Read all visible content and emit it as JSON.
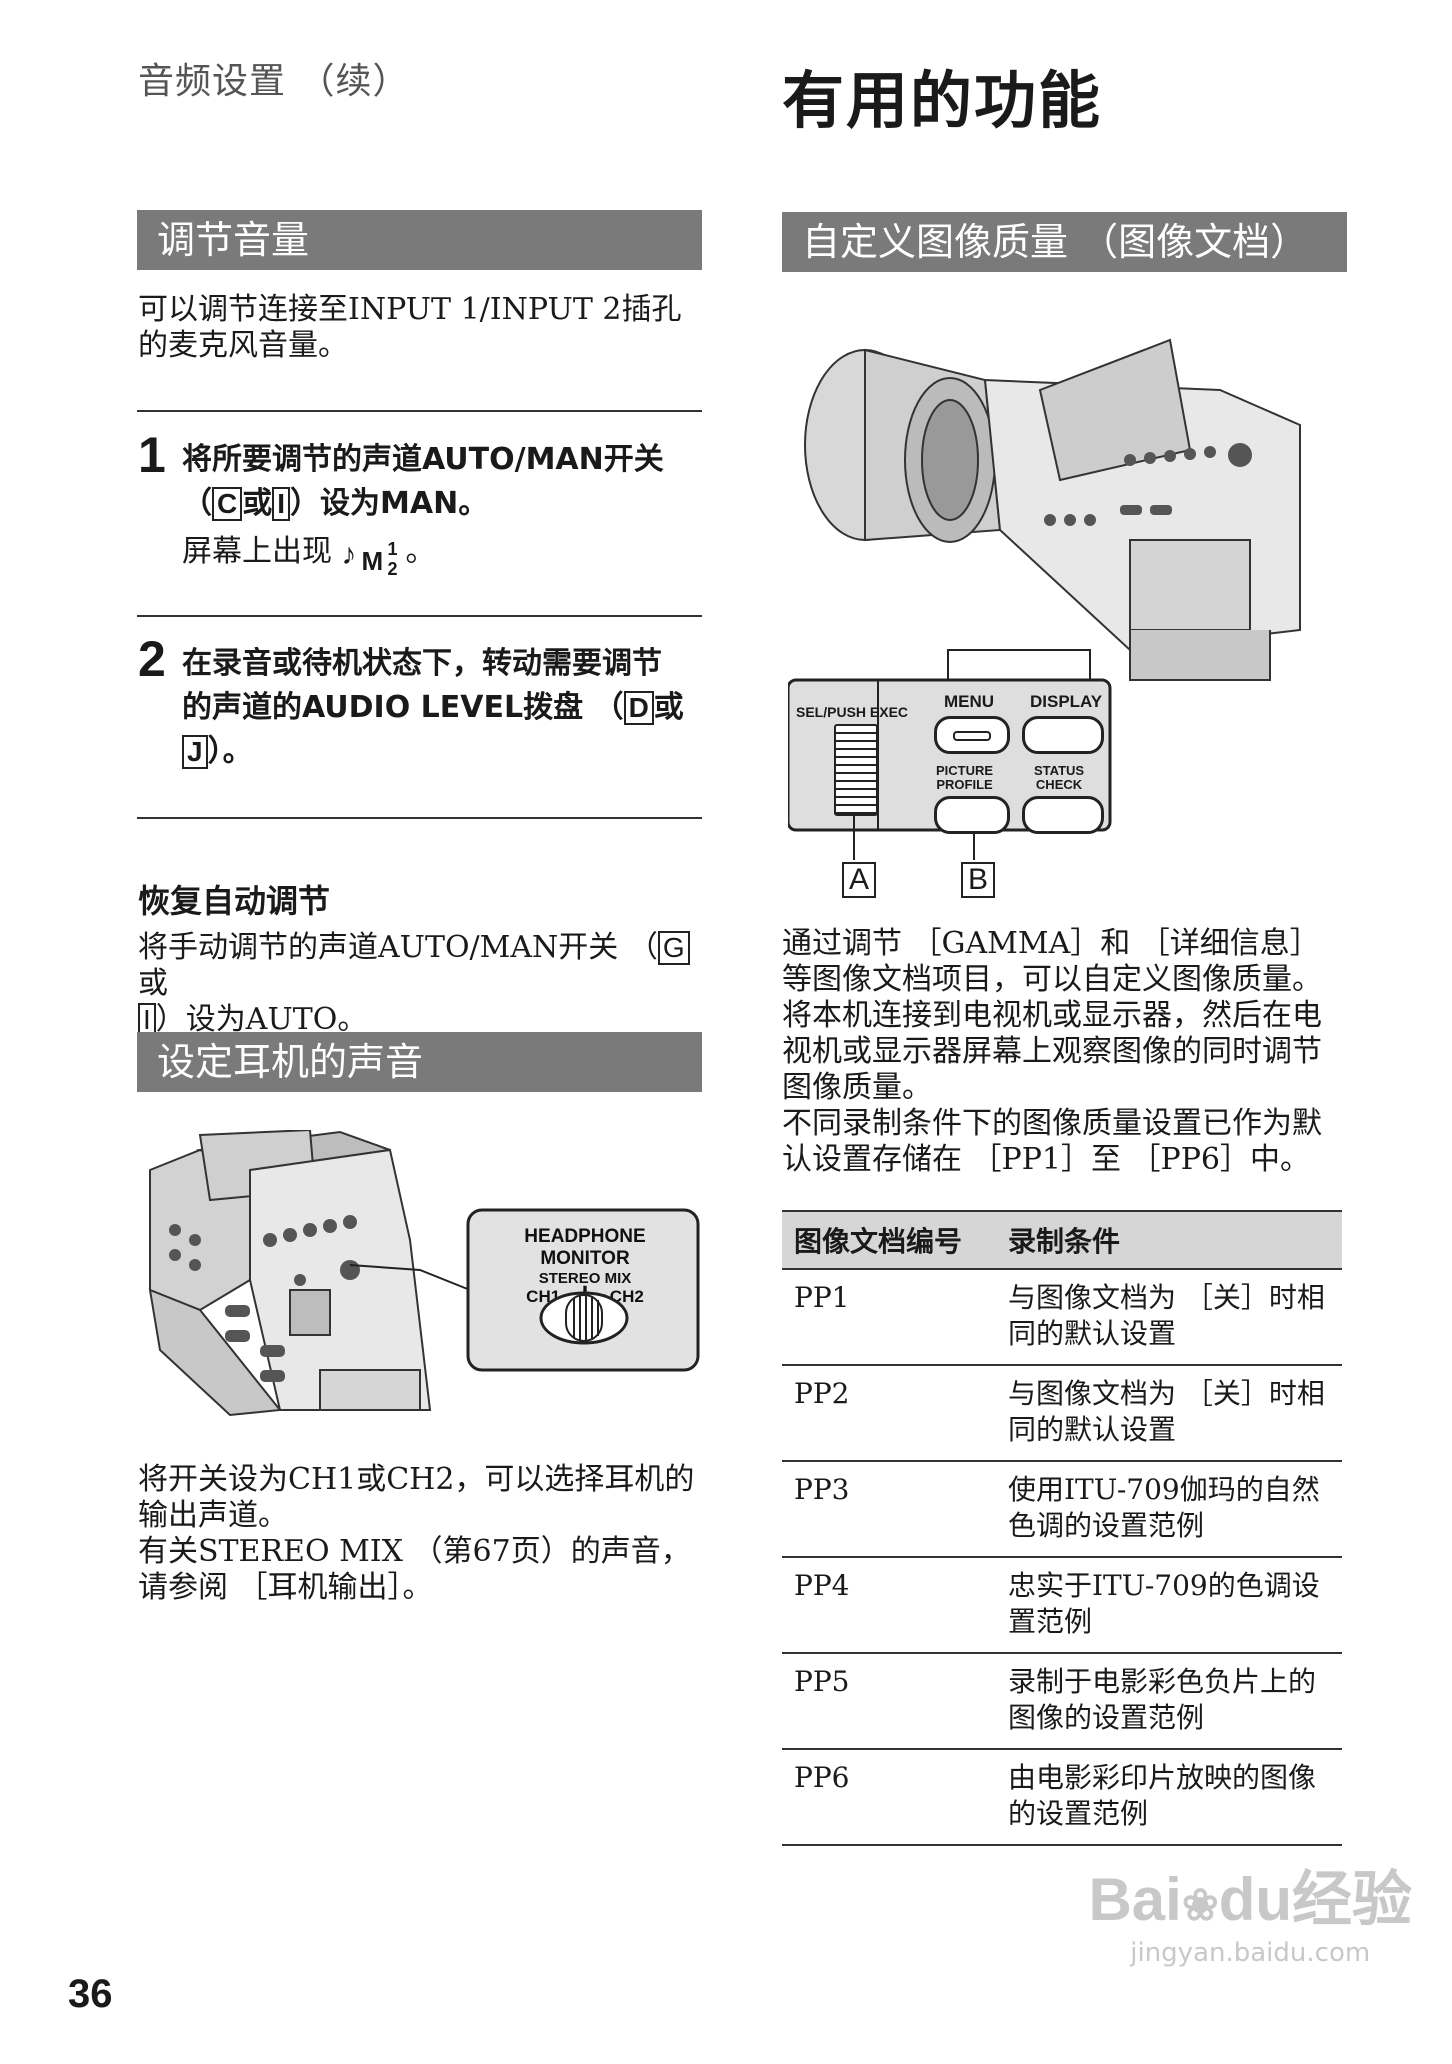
{
  "header": {
    "left_title": "音频设置 （续）",
    "right_title": "有用的功能"
  },
  "left": {
    "s1_title": "调节音量",
    "s1_intro": "可以调节连接至INPUT 1/INPUT 2插孔的麦克风音量。",
    "step1_num": "1",
    "step1_l1": "将所要调节的声道AUTO/MAN开关",
    "step1_l2a": "（",
    "step1_box_c": "C",
    "step1_or": "或",
    "step1_box_i": "I",
    "step1_l2b": "）设为MAN。",
    "step1_sub_a": "屏幕上出现",
    "step1_icon_m": "M",
    "step1_icon_1": "1",
    "step1_icon_2": "2",
    "step1_sub_b": "。",
    "step2_num": "2",
    "step2_l1": "在录音或待机状态下，转动需要调节",
    "step2_l2": "的声道的AUDIO LEVEL拨盘 （",
    "step2_box_d": "D",
    "step2_or": "或",
    "step2_box_j": "J",
    "step2_end": "）。",
    "restore_title": "恢复自动调节",
    "restore_a": "将手动调节的声道AUTO/MAN开关 （",
    "restore_box_g": "G",
    "restore_or": "或",
    "restore_box_i": "I",
    "restore_b": "）设为AUTO。",
    "s2_title": "设定耳机的声音",
    "hp_label1": "HEADPHONE MONITOR",
    "hp_label2": "STEREO MIX",
    "hp_ch1": "CH1",
    "hp_ch2": "CH2",
    "s2_p1": "将开关设为CH1或CH2，可以选择耳机的输出声道。",
    "s2_p2": "有关STEREO MIX （第67页）的声音，请参阅 ［耳机输出］。"
  },
  "right": {
    "s_title": "自定义图像质量 （图像文档）",
    "btn_sel": "SEL/PUSH EXEC",
    "btn_menu": "MENU",
    "btn_display": "DISPLAY",
    "btn_pp1": "PICTURE",
    "btn_pp2": "PROFILE",
    "btn_status1": "STATUS",
    "btn_status2": "CHECK",
    "label_a": "A",
    "label_b": "B",
    "para1": "通过调节 ［GAMMA］和 ［详细信息］等图像文档项目，可以自定义图像质量。",
    "para2": "将本机连接到电视机或显示器，然后在电视机或显示器屏幕上观察图像的同时调节图像质量。",
    "para3": "不同录制条件下的图像质量设置已作为默认设置存储在 ［PP1］至 ［PP6］中。",
    "table_headers": [
      "图像文档编号",
      "录制条件"
    ],
    "table_rows": [
      {
        "id": "PP1",
        "cond": "与图像文档为 ［关］时相同的默认设置"
      },
      {
        "id": "PP2",
        "cond": "与图像文档为 ［关］时相同的默认设置"
      },
      {
        "id": "PP3",
        "cond": "使用ITU-709伽玛的自然色调的设置范例"
      },
      {
        "id": "PP4",
        "cond": "忠实于ITU-709的色调设置范例"
      },
      {
        "id": "PP5",
        "cond": "录制于电影彩色负片上的图像的设置范例"
      },
      {
        "id": "PP6",
        "cond": "由电影彩印片放映的图像的设置范例"
      }
    ]
  },
  "page_number": "36",
  "watermark": {
    "brand": "Bai",
    "brand2": "du",
    "brand_cn": "经验",
    "url": "jingyan.baidu.com"
  }
}
